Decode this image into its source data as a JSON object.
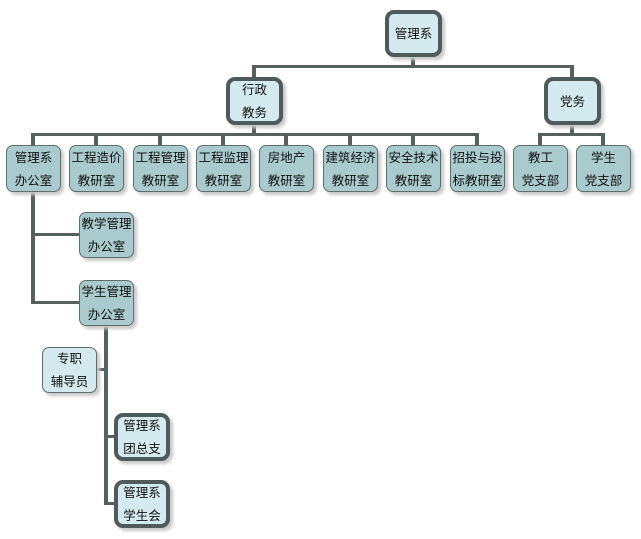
{
  "root": {
    "lines": [
      "管理系"
    ]
  },
  "level1": [
    {
      "lines": [
        "行政",
        "教务"
      ]
    },
    {
      "lines": [
        "党务"
      ]
    }
  ],
  "admin_children": [
    {
      "lines": [
        "管理系",
        "办公室"
      ]
    },
    {
      "lines": [
        "工程造价",
        "教研室"
      ]
    },
    {
      "lines": [
        "工程管理",
        "教研室"
      ]
    },
    {
      "lines": [
        "工程监理",
        "教研室"
      ]
    },
    {
      "lines": [
        "房地产",
        "教研室"
      ]
    },
    {
      "lines": [
        "建筑经济",
        "教研室"
      ]
    },
    {
      "lines": [
        "安全技术",
        "教研室"
      ]
    },
    {
      "lines": [
        "招投与投",
        "标教研室"
      ]
    }
  ],
  "party_children": [
    {
      "lines": [
        "教工",
        "党支部"
      ]
    },
    {
      "lines": [
        "学生",
        "党支部"
      ]
    }
  ],
  "office_children": [
    {
      "lines": [
        "教学管理",
        "办公室"
      ]
    },
    {
      "lines": [
        "学生管理",
        "办公室"
      ]
    }
  ],
  "student_office_children": [
    {
      "lines": [
        "专职",
        "辅导员"
      ]
    },
    {
      "lines": [
        "管理系",
        "团总支"
      ]
    },
    {
      "lines": [
        "管理系",
        "学生会"
      ]
    }
  ]
}
